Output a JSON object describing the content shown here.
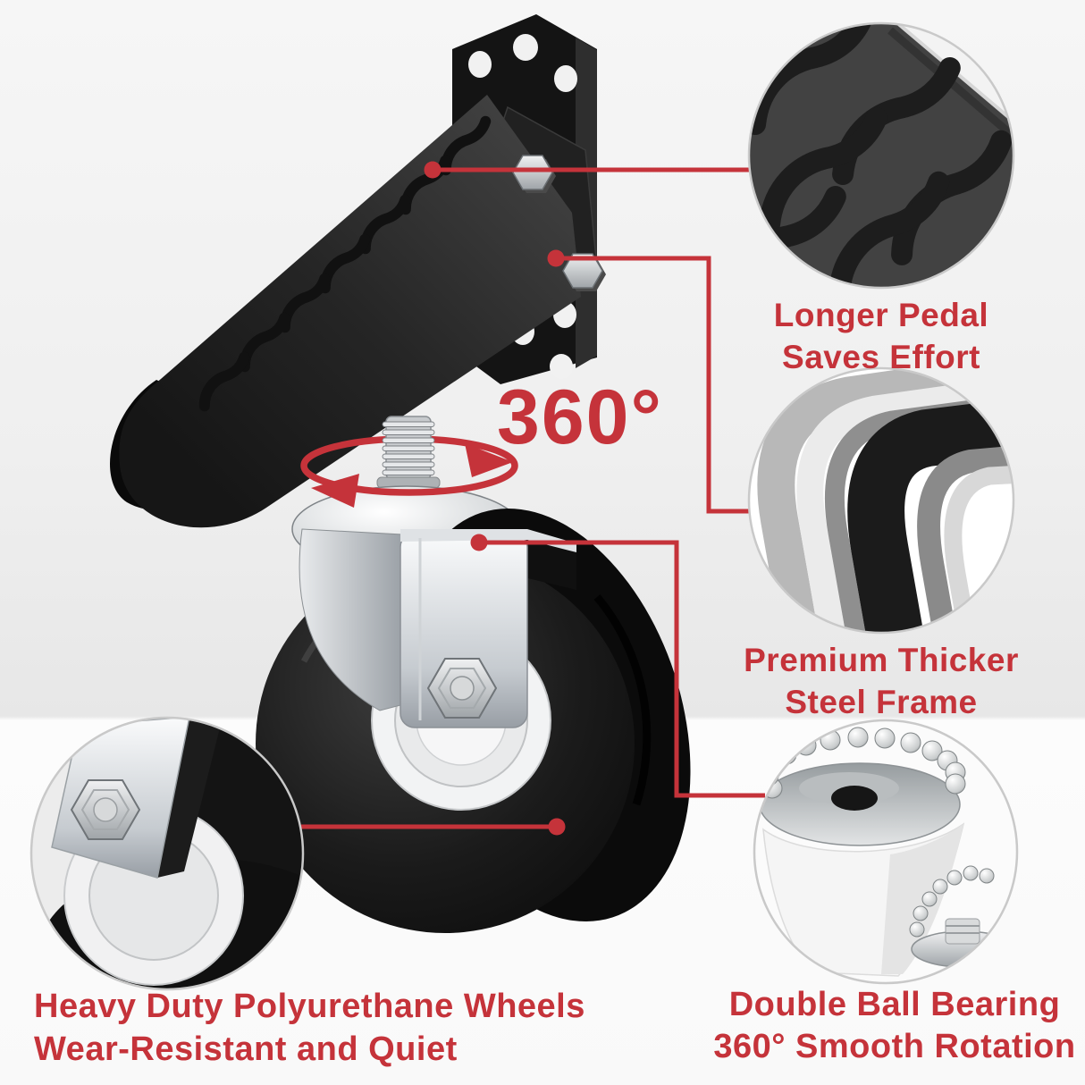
{
  "palette": {
    "accent_red": "#c5333a",
    "background_gray": "#efefef",
    "product_black": "#161616",
    "steel_silver": "#c6cbd0"
  },
  "rotation_badge": {
    "label": "360°"
  },
  "callouts": {
    "longer_pedal": {
      "line1": "Longer Pedal",
      "line2": "Saves Effort"
    },
    "steel_frame": {
      "line1": "Premium Thicker",
      "line2": "Steel Frame"
    },
    "ball_bearing": {
      "line1": "Double Ball Bearing",
      "line2": "360° Smooth Rotation"
    },
    "wheels": {
      "line1": "Heavy Duty Polyurethane Wheels",
      "line2": "Wear-Resistant and Quiet"
    }
  }
}
